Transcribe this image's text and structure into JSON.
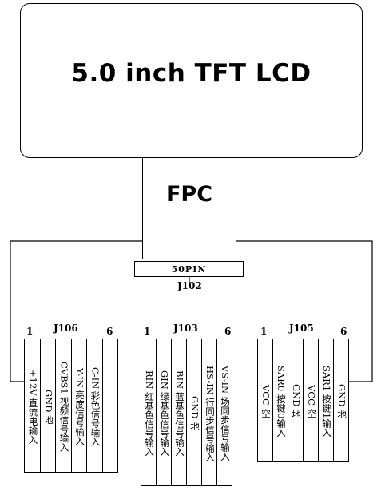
{
  "lcd": {
    "title": "5.0 inch TFT LCD"
  },
  "fpc": {
    "title": "FPC"
  },
  "main_connector": {
    "label": "50PIN",
    "ref": "J102"
  },
  "connectors": [
    {
      "ref": "J106",
      "pin_first": "1",
      "pin_last": "6",
      "pins": [
        {
          "signal": "+12V",
          "desc": "直流电输入"
        },
        {
          "signal": "GND",
          "desc": "地"
        },
        {
          "signal": "CVBS1",
          "desc": "视频信号输入"
        },
        {
          "signal": "Y-IN",
          "desc": "亮度信号输入"
        },
        {
          "signal": "C-IN",
          "desc": "彩色信号输入"
        },
        {
          "signal": "",
          "desc": ""
        }
      ]
    },
    {
      "ref": "J103",
      "pin_first": "1",
      "pin_last": "6",
      "pins": [
        {
          "signal": "RIN",
          "desc": "红基色信号输入"
        },
        {
          "signal": "GIN",
          "desc": "绿基色信号输入"
        },
        {
          "signal": "BIN",
          "desc": "蓝基色信号输入"
        },
        {
          "signal": "GND",
          "desc": "地"
        },
        {
          "signal": "HS-IN",
          "desc": "行同步信号输入"
        },
        {
          "signal": "VS-IN",
          "desc": "场同步信号输入"
        }
      ]
    },
    {
      "ref": "J105",
      "pin_first": "1",
      "pin_last": "6",
      "pins": [
        {
          "signal": "VCC",
          "desc": "空"
        },
        {
          "signal": "SAR0",
          "desc": "按键0输入"
        },
        {
          "signal": "GND",
          "desc": "地"
        },
        {
          "signal": "VCC",
          "desc": "空"
        },
        {
          "signal": "SAR1",
          "desc": "按键1输入"
        },
        {
          "signal": "GND",
          "desc": "地"
        }
      ]
    }
  ]
}
